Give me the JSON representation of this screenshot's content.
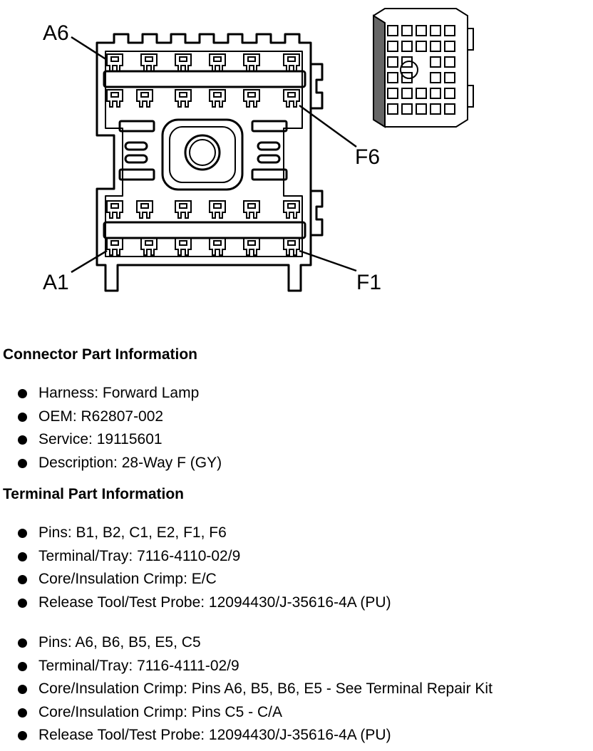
{
  "diagram": {
    "labels": {
      "a6": "A6",
      "f6": "F6",
      "a1": "A1",
      "f1": "F1"
    }
  },
  "connector": {
    "title": "Connector Part Information",
    "items": [
      "Harness: Forward Lamp",
      "OEM: R62807-002",
      "Service: 19115601",
      "Description: 28-Way F (GY)"
    ]
  },
  "terminal": {
    "title": "Terminal Part Information",
    "group1": [
      "Pins: B1, B2, C1, E2, F1, F6",
      "Terminal/Tray: 7116-4110-02/9",
      "Core/Insulation Crimp: E/C",
      "Release Tool/Test Probe: 12094430/J-35616-4A (PU)"
    ],
    "group2": [
      "Pins: A6, B6, B5, E5, C5",
      "Terminal/Tray: 7116-4111-02/9",
      "Core/Insulation Crimp: Pins A6, B5, B6, E5 - See Terminal Repair Kit",
      "Core/Insulation Crimp: Pins C5 - C/A",
      "Release Tool/Test Probe: 12094430/J-35616-4A (PU)"
    ]
  }
}
